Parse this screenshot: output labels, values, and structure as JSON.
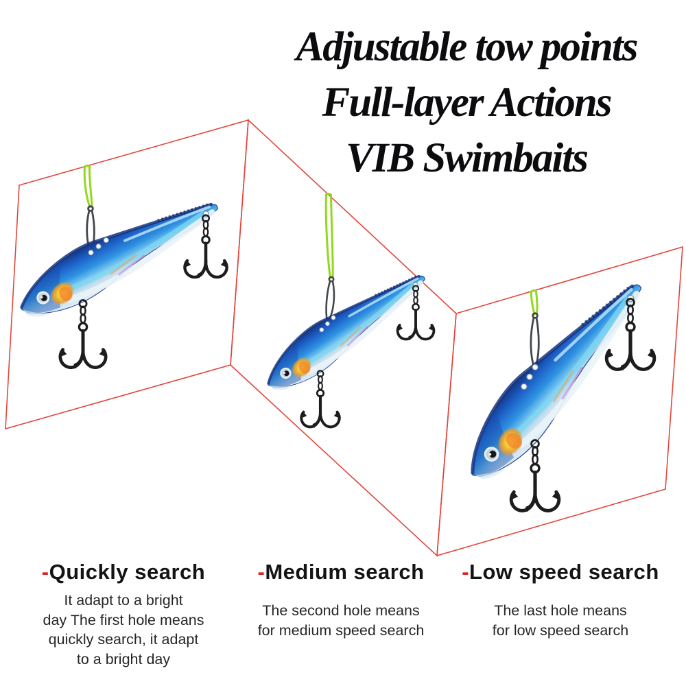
{
  "title": {
    "lines": [
      "Adjustable tow points",
      "Full-layer Actions",
      "VIB Swimbaits"
    ]
  },
  "captions": [
    {
      "dash": "-",
      "heading": "Quickly search",
      "body_lines": [
        "It adapt to a bright",
        "day The first hole means",
        "quickly search, it adapt",
        "to a bright day"
      ]
    },
    {
      "dash": "-",
      "heading": "Medium search",
      "body_lines": [
        "The second hole means",
        "for medium speed search"
      ]
    },
    {
      "dash": "-",
      "heading": "Low speed search",
      "body_lines": [
        "The last hole means",
        "for low speed search"
      ]
    }
  ],
  "lures": [
    {
      "label": "first-hole-lure",
      "tow_hole": "first"
    },
    {
      "label": "second-hole-lure",
      "tow_hole": "second"
    },
    {
      "label": "last-hole-lure",
      "tow_hole": "last"
    }
  ],
  "colors": {
    "background": "#ffffff",
    "panel_outline_red": "#e1463c",
    "hanging_line_green": "#93d71e",
    "lure_body_blue": "#2f93e2",
    "lure_spine_navy": "#14357e",
    "gill_yellow": "#f2c333",
    "hook_black": "#1d1d1f",
    "title_black": "#0c0c0f",
    "caption_dash_red": "#e02424"
  }
}
